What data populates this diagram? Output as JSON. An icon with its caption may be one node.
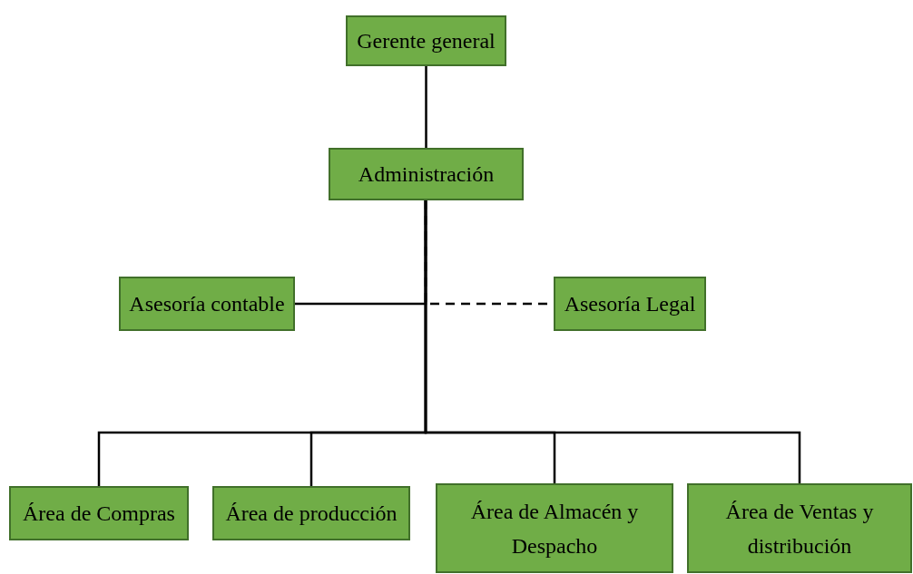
{
  "diagram": {
    "nodes": [
      {
        "text": [
          "Gerente general"
        ]
      },
      {
        "text": [
          "Administración"
        ]
      },
      {
        "text": [
          "Asesoría contable"
        ]
      },
      {
        "text": [
          "Asesoría Legal"
        ]
      },
      {
        "text": [
          "Área de Compras"
        ]
      },
      {
        "text": [
          "Área de producción"
        ]
      },
      {
        "text": [
          "Área de Almacén y Despacho"
        ]
      },
      {
        "text": [
          "Área de Ventas y distribución"
        ]
      }
    ],
    "edges": [
      {
        "from": 0,
        "to": 1,
        "arrow": "none"
      },
      {
        "from": 1,
        "to": 3,
        "arrow": "none",
        "style": "dashed"
      },
      {
        "from": 1,
        "to": 2,
        "arrow": "none"
      },
      {
        "from": 1,
        "to": 4,
        "arrow": "none"
      },
      {
        "from": 1,
        "to": 5,
        "arrow": "none"
      },
      {
        "from": 1,
        "to": 6,
        "arrow": "none"
      },
      {
        "from": 1,
        "to": 7,
        "arrow": "none"
      }
    ]
  }
}
